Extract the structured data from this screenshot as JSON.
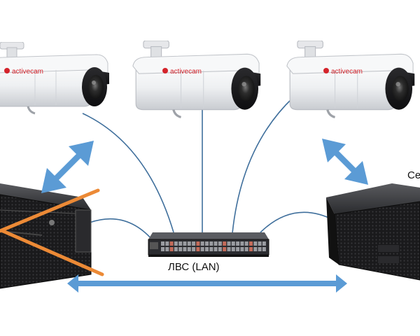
{
  "brand": {
    "logo_text": "activecam",
    "logo_color": "#d4232b"
  },
  "network": {
    "label": "ЛВС (LAN)",
    "cable_color": "#3f6f9c"
  },
  "server_right": {
    "label_fragment": "Се"
  },
  "colors": {
    "arrow": "#5b9bd5",
    "cross_out": "#ec8a36",
    "camera_body": "#f1f2f4",
    "server_body": "#1b1b1d"
  },
  "icons": {
    "cameras": [
      "camera-icon",
      "camera-icon",
      "camera-icon"
    ],
    "switch": "network-switch-icon",
    "servers": [
      "server-icon",
      "server-icon"
    ],
    "arrows": [
      "double-arrow-icon",
      "double-arrow-icon",
      "double-arrow-icon"
    ],
    "cross": "cross-out-icon"
  }
}
